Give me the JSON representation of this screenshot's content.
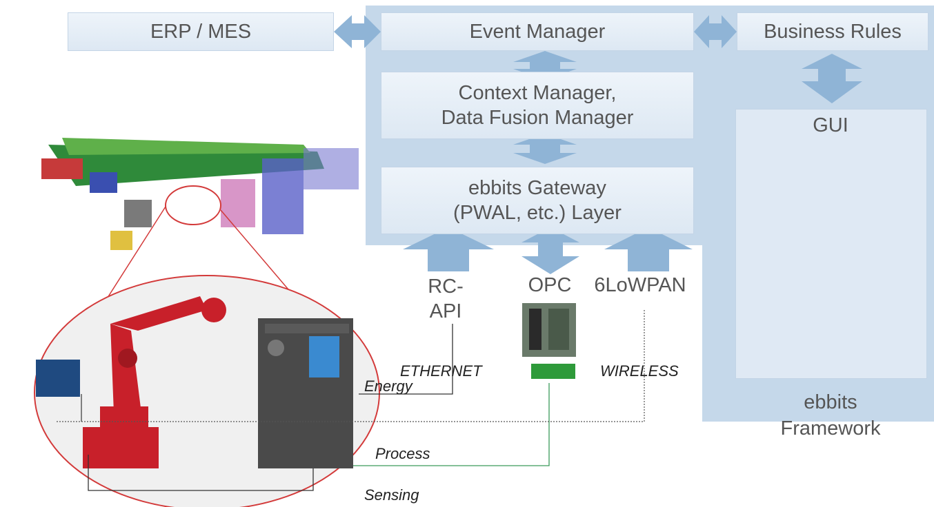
{
  "boxes": {
    "erp": "ERP / MES",
    "event": "Event Manager",
    "rules": "Business Rules",
    "context": "Context Manager,\nData Fusion Manager",
    "gateway": "ebbits Gateway\n(PWAL, etc.) Layer"
  },
  "labels": {
    "gui": "GUI",
    "framework": "ebbits\nFramework",
    "rc_api": "RC-\nAPI",
    "opc": "OPC",
    "lowpan": "6LoWPAN"
  },
  "connections": {
    "ethernet": "ETHERNET",
    "wireless": "WIRELESS",
    "energy": "Energy",
    "process": "Process",
    "sensing": "Sensing"
  },
  "colors": {
    "panel": "#c5d8ea",
    "arrow": "#8fb4d6",
    "box_text": "#555555",
    "ellipse": "#d33a3a",
    "process_line": "#3a9a5a"
  }
}
